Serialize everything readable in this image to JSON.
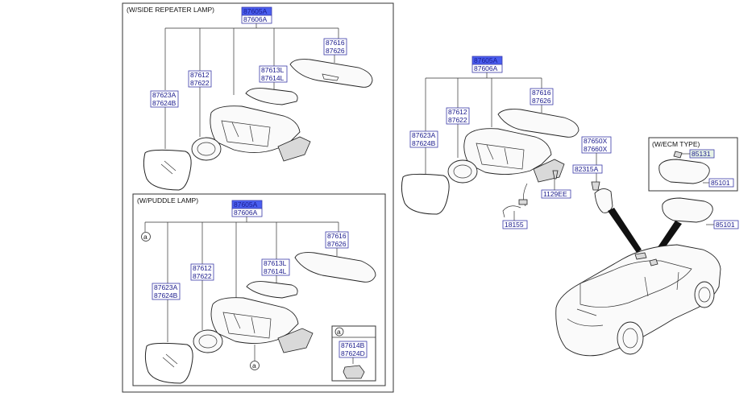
{
  "panels": {
    "side_repeater": {
      "title": "(W/SIDE REPEATER LAMP)",
      "assembly": [
        "87605A",
        "87606A"
      ],
      "cover": [
        "87616",
        "87626"
      ],
      "lamp": [
        "87613L",
        "87614L"
      ],
      "actuator": [
        "87612",
        "87622"
      ],
      "glass": [
        "87623A",
        "87624B"
      ]
    },
    "puddle": {
      "title": "(W/PUDDLE LAMP)",
      "assembly": [
        "87605A",
        "87606A"
      ],
      "cover": [
        "87616",
        "87626"
      ],
      "lamp": [
        "87613L",
        "87614L"
      ],
      "actuator": [
        "87612",
        "87622"
      ],
      "glass": [
        "87623A",
        "87624B"
      ],
      "ref_mark": "a",
      "inset": {
        "mark": "a",
        "labels": [
          "87614B",
          "87624D"
        ]
      }
    },
    "main": {
      "assembly": [
        "87605A",
        "87606A"
      ],
      "cover": [
        "87616",
        "87626"
      ],
      "actuator": [
        "87612",
        "87622"
      ],
      "glass": [
        "87623A",
        "87624B"
      ],
      "cover2": [
        "87650X",
        "87660X"
      ],
      "bracket": "82315A",
      "screw": "1129EE",
      "harness": "18155"
    },
    "ecm": {
      "title": "(W/ECM TYPE)",
      "bulb": "85131",
      "mirror": "85101"
    },
    "inside_mirror": "85101"
  }
}
